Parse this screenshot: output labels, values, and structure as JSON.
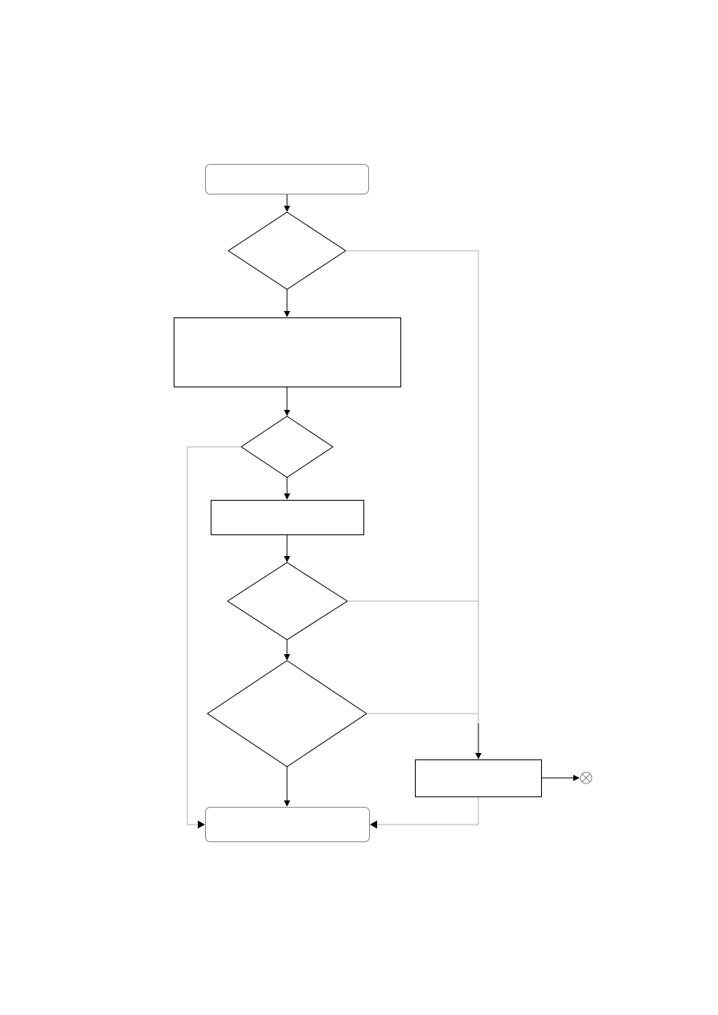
{
  "diagram": {
    "nodes": [
      {
        "id": "start",
        "shape": "terminal",
        "label": ""
      },
      {
        "id": "decision-1",
        "shape": "decision",
        "label": ""
      },
      {
        "id": "process-1",
        "shape": "process",
        "label": ""
      },
      {
        "id": "decision-2",
        "shape": "decision",
        "label": ""
      },
      {
        "id": "process-2",
        "shape": "process",
        "label": ""
      },
      {
        "id": "decision-3",
        "shape": "decision",
        "label": ""
      },
      {
        "id": "decision-4",
        "shape": "decision",
        "label": ""
      },
      {
        "id": "process-3",
        "shape": "process",
        "label": ""
      },
      {
        "id": "end",
        "shape": "terminal",
        "label": ""
      },
      {
        "id": "off-page-connector",
        "shape": "connector",
        "label": ""
      }
    ],
    "edges": [
      {
        "from": "start",
        "to": "decision-1"
      },
      {
        "from": "decision-1",
        "to": "process-1"
      },
      {
        "from": "decision-1",
        "to": "process-3"
      },
      {
        "from": "process-1",
        "to": "decision-2"
      },
      {
        "from": "decision-2",
        "to": "process-2"
      },
      {
        "from": "decision-2",
        "to": "end"
      },
      {
        "from": "process-2",
        "to": "decision-3"
      },
      {
        "from": "decision-3",
        "to": "decision-4"
      },
      {
        "from": "decision-3",
        "to": "process-3"
      },
      {
        "from": "decision-4",
        "to": "end"
      },
      {
        "from": "decision-4",
        "to": "process-3"
      },
      {
        "from": "process-3",
        "to": "off-page-connector"
      },
      {
        "from": "process-3",
        "to": "end"
      }
    ],
    "colors": {
      "node_stroke": "#000000",
      "terminal_stroke": "#888888",
      "main_edge": "#000000",
      "branch_edge": "#b0b0b0",
      "connector_stroke": "#808080"
    }
  }
}
